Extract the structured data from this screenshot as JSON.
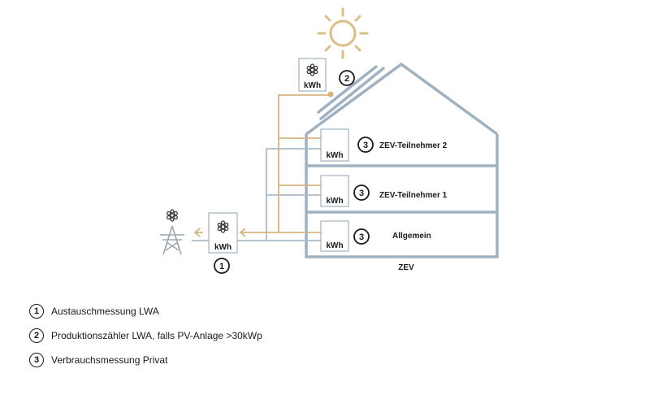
{
  "colors": {
    "house": "#9fb2c2",
    "feed_line": "#d6b582",
    "grid_line": "#a9bccb",
    "sun": "#dcbd83",
    "meter_border": "#a8b8c6",
    "text": "#1a1a1a"
  },
  "icons": {
    "sun": "sun-icon",
    "power_tower": "power-pylon-icon",
    "meter_dial": "meter-dial-icon"
  },
  "meters": {
    "unit": "kWh",
    "main_badge": "1",
    "pv_badge": "2",
    "apartment_badge": "3"
  },
  "floors": [
    {
      "label": "ZEV-Teilnehmer 2",
      "badge": "3"
    },
    {
      "label": "ZEV-Teilnehmer 1",
      "badge": "3"
    },
    {
      "label": "Allgemein",
      "badge": "3"
    }
  ],
  "house_label": "ZEV",
  "legend": [
    {
      "number": "1",
      "text": "Austauschmessung LWA"
    },
    {
      "number": "2",
      "text": "Produktionszähler LWA, falls PV-Anlage >30kWp"
    },
    {
      "number": "3",
      "text": "Verbrauchsmessung Privat"
    }
  ]
}
